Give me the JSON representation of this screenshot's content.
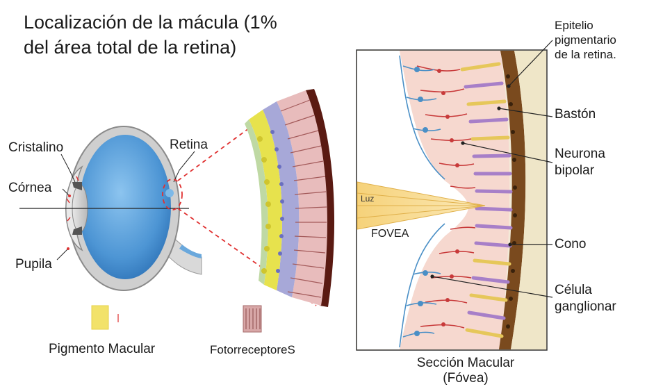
{
  "title": {
    "line1": "Localización de la mácula (1%",
    "line2": "del área total de la retina)"
  },
  "eye_labels": {
    "cristalino": "Cristalino",
    "cornea": "Córnea",
    "pupila": "Pupila",
    "retina": "Retina"
  },
  "legend": {
    "pigmento": "Pigmento Macular",
    "fotorreceptores": "FotorreceptoreS"
  },
  "section": {
    "luz": "Luz",
    "fovea": "FOVEA",
    "caption_line1": "Sección Macular",
    "caption_line2": "(Fóvea)"
  },
  "right_labels": {
    "epitelio_1": "Epitelio",
    "epitelio_2": "pigmentario",
    "epitelio_3": "de la retina.",
    "baston": "Bastón",
    "neurona_1": "Neurona",
    "neurona_2": "bipolar",
    "cono": "Cono",
    "celula_1": "Célula",
    "celula_2": "ganglionar"
  },
  "colors": {
    "eyeball": "#5a9fd8",
    "sclera": "#cfcfcf",
    "pigment_yellow": "#f2e26a",
    "photoreceptor_pink": "#c98f8f",
    "epithelium_brown": "#7a4a1e",
    "light_beam": "#f6d98a",
    "red_dashed": "#e03030"
  }
}
